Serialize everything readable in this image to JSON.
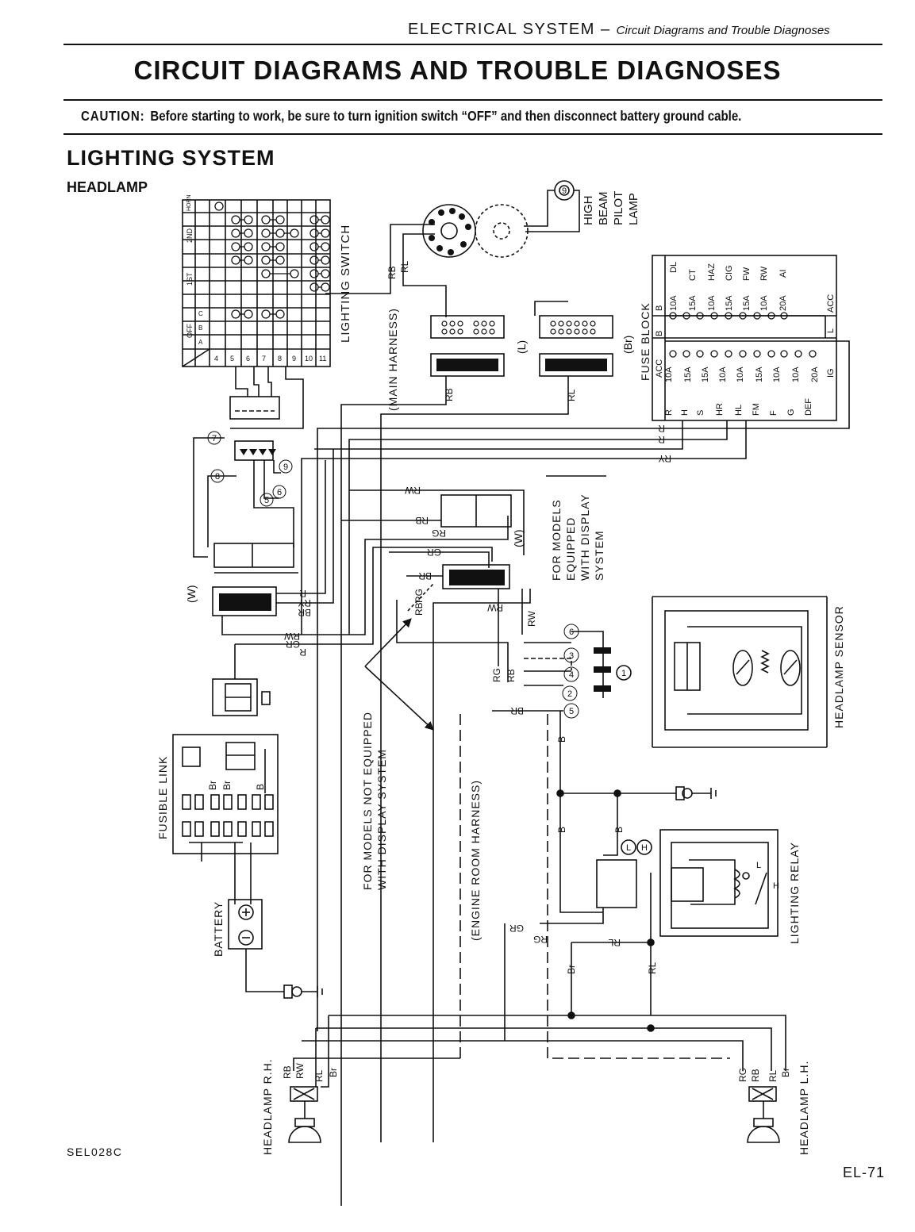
{
  "header": {
    "section": "ELECTRICAL SYSTEM",
    "dash": " – ",
    "subsection": "Circuit Diagrams and Trouble Diagnoses"
  },
  "title": "CIRCUIT DIAGRAMS AND TROUBLE DIAGNOSES",
  "caution": {
    "label": "CAUTION:",
    "text": "Before starting to work, be sure to turn ignition switch “OFF” and then disconnect battery ground cable."
  },
  "system_title": "LIGHTING SYSTEM",
  "subsystem_title": "HEADLAMP",
  "components": {
    "lighting_switch": "LIGHTING SWITCH",
    "high_beam_pilot_lamp": [
      "HIGH",
      "BEAM",
      "PILOT",
      "LAMP"
    ],
    "fuse_block": "FUSE BLOCK",
    "fuse_block_conn": "(Br)",
    "main_harness": "(MAIN HARNESS)",
    "conn_l": "(L)",
    "conn_w": "(W)",
    "display_models": [
      "FOR MODELS",
      "EQUIPPED",
      "WITH DISPLAY",
      "SYSTEM"
    ],
    "headlamp_sensor": "HEADLAMP SENSOR",
    "fusible_link": "FUSIBLE LINK",
    "battery": "BATTERY",
    "non_display_models": [
      "FOR MODELS NOT EQUIPPED",
      "WITH DISPLAY SYSTEM"
    ],
    "engine_room_harness": "(ENGINE ROOM HARNESS)",
    "lighting_relay": "LIGHTING RELAY",
    "headlamp_rh": "HEADLAMP R.H.",
    "headlamp_lh": "HEADLAMP L.H."
  },
  "switch_positions": [
    "OFF",
    "1ST",
    "2ND"
  ],
  "switch_cols": [
    "A",
    "B",
    "C"
  ],
  "switch_corner": "HORN",
  "switch_terminals": [
    "4",
    "5",
    "6",
    "7",
    "8",
    "9",
    "10",
    "11"
  ],
  "fuses_top": [
    {
      "amp": "10A",
      "name": "DL"
    },
    {
      "amp": "15A",
      "name": "CT"
    },
    {
      "amp": "10A",
      "name": "HAZ"
    },
    {
      "amp": "15A",
      "name": "CIG"
    },
    {
      "amp": "15A",
      "name": "FW"
    },
    {
      "amp": "10A",
      "name": "RW"
    },
    {
      "amp": "20A",
      "name": "AI"
    }
  ],
  "fuses_bottom": [
    {
      "amp": "10A",
      "name": "R"
    },
    {
      "amp": "15A",
      "name": "H"
    },
    {
      "amp": "15A",
      "name": "S"
    },
    {
      "amp": "10A",
      "name": "HR"
    },
    {
      "amp": "10A",
      "name": "HL"
    },
    {
      "amp": "15A",
      "name": "FM"
    },
    {
      "amp": "10A",
      "name": "F"
    },
    {
      "amp": "10A",
      "name": "G"
    },
    {
      "amp": "20A",
      "name": "DEF"
    }
  ],
  "fuse_row_labels": [
    "B",
    "ACC",
    "IG",
    "L",
    "ACC"
  ],
  "wire_colors": [
    "RB",
    "RL",
    "RW",
    "RG",
    "GR",
    "BR",
    "R",
    "RY",
    "W",
    "B",
    "Br",
    "BR"
  ],
  "fusible_link_wires": [
    "Br",
    "Br",
    "B"
  ],
  "relay_terms": [
    "L",
    "H"
  ],
  "terminal_numbers": [
    "1",
    "2",
    "3",
    "4",
    "5",
    "6",
    "7",
    "8",
    "9"
  ],
  "figure_code": "SEL028C",
  "page_number": "EL-71"
}
